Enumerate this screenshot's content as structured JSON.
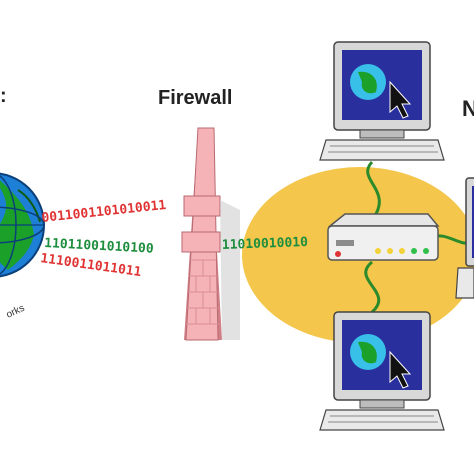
{
  "labels": {
    "left_partial": ":",
    "firewall": "Firewall",
    "right_partial": "N",
    "globe_caption": "orks"
  },
  "bitstreams": {
    "top_red": "0011001101010011",
    "middle_green": "11011001010100",
    "bottom_red": "1110011011011",
    "to_router_green": "11010010010"
  },
  "colors": {
    "background": "#ffffff",
    "lan_ellipse": "#f4c64b",
    "firewall_pink": "#f5b3b7",
    "firewall_dark": "#cf7f86",
    "bits_red": "#e03434",
    "bits_green": "#1e8e3e",
    "cable_green": "#2b8a2b",
    "monitor_frame": "#d8d8d8",
    "monitor_screen": "#2a2f9e",
    "globe_blue": "#1e7fd6",
    "globe_green": "#1ba12a"
  },
  "icons": [
    "globe-icon",
    "firewall-icon",
    "router-icon",
    "monitor-icon",
    "keyboard-icon",
    "mouse-pointer-icon"
  ]
}
